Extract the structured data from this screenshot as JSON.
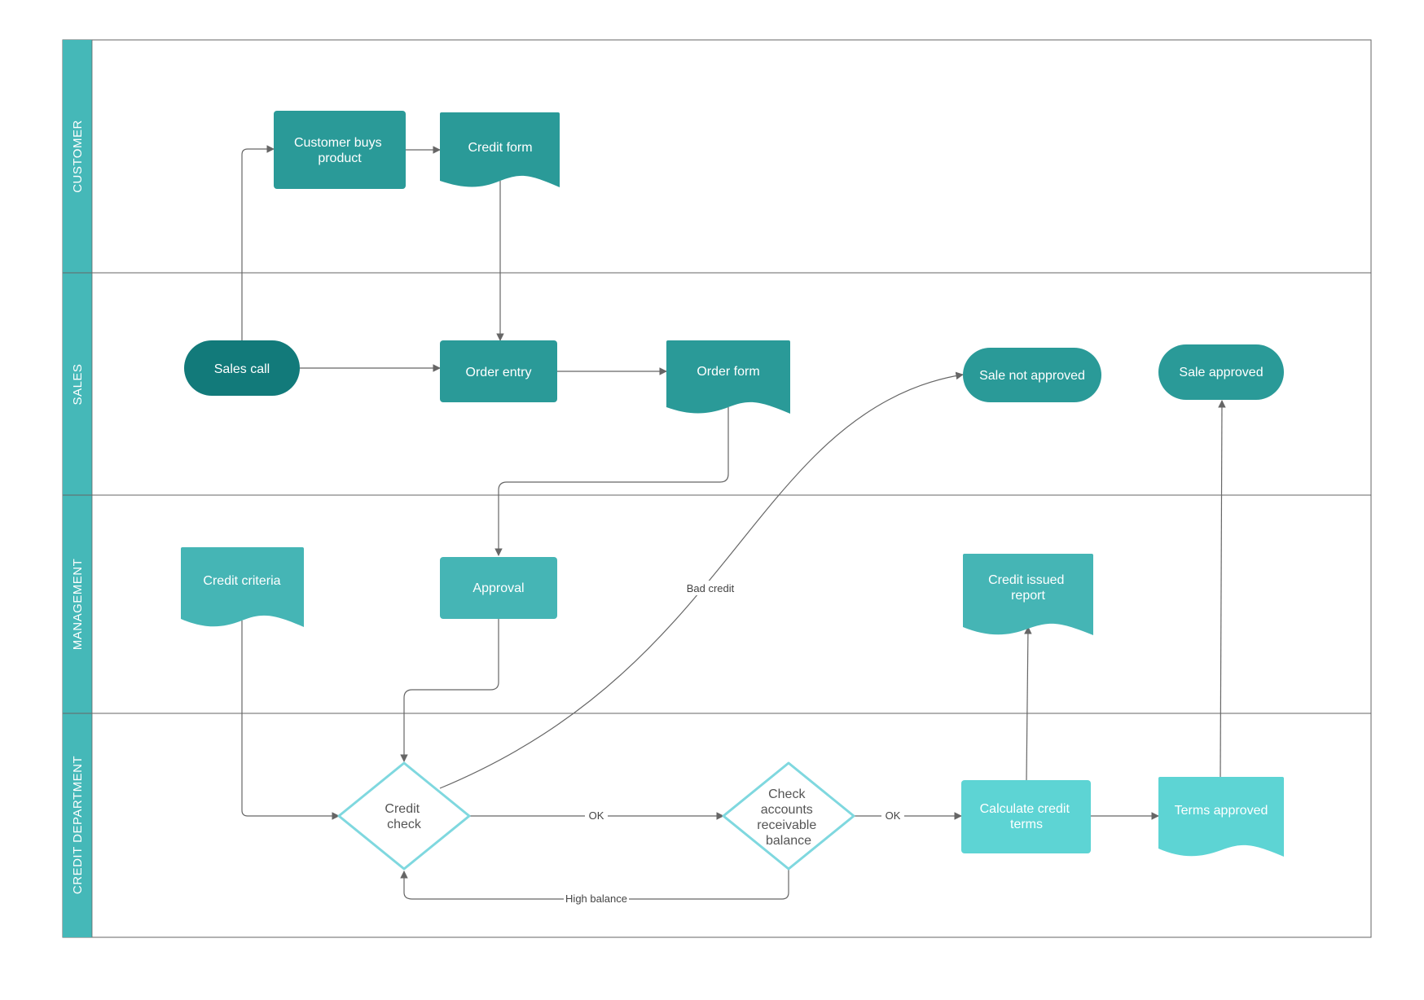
{
  "lanes": [
    {
      "id": "customer",
      "label": "CUSTOMER"
    },
    {
      "id": "sales",
      "label": "SALES"
    },
    {
      "id": "management",
      "label": "MANAGEMENT"
    },
    {
      "id": "credit",
      "label": "CREDIT DEPARTMENT"
    }
  ],
  "nodes": {
    "customer_buys": {
      "lines": [
        "Customer buys",
        "product"
      ],
      "shape": "rect"
    },
    "credit_form": {
      "lines": [
        "Credit form"
      ],
      "shape": "document"
    },
    "sales_call": {
      "lines": [
        "Sales call"
      ],
      "shape": "terminator"
    },
    "order_entry": {
      "lines": [
        "Order entry"
      ],
      "shape": "rect"
    },
    "order_form": {
      "lines": [
        "Order form"
      ],
      "shape": "document"
    },
    "sale_not_approved": {
      "lines": [
        "Sale not approved"
      ],
      "shape": "terminator"
    },
    "sale_approved": {
      "lines": [
        "Sale approved"
      ],
      "shape": "terminator"
    },
    "credit_criteria": {
      "lines": [
        "Credit criteria"
      ],
      "shape": "document"
    },
    "approval": {
      "lines": [
        "Approval"
      ],
      "shape": "rect"
    },
    "credit_issued_report": {
      "lines": [
        "Credit issued",
        "report"
      ],
      "shape": "document"
    },
    "credit_check": {
      "lines": [
        "Credit",
        "check"
      ],
      "shape": "decision"
    },
    "check_ar_balance": {
      "lines": [
        "Check",
        "accounts",
        "receivable",
        "balance"
      ],
      "shape": "decision"
    },
    "calc_credit_terms": {
      "lines": [
        "Calculate credit",
        "terms"
      ],
      "shape": "rect"
    },
    "terms_approved": {
      "lines": [
        "Terms approved"
      ],
      "shape": "document"
    }
  },
  "edge_labels": {
    "bad_credit": "Bad credit",
    "ok_1": "OK",
    "ok_2": "OK",
    "high_balance": "High balance"
  },
  "colors": {
    "lane_header": "#45b8b8",
    "dark_teal": "#127a7a",
    "teal": "#2a9a98",
    "mid_teal": "#45b5b5",
    "light_teal": "#5dd4d4",
    "decision_stroke": "#7fd8df",
    "edge": "#666666"
  }
}
